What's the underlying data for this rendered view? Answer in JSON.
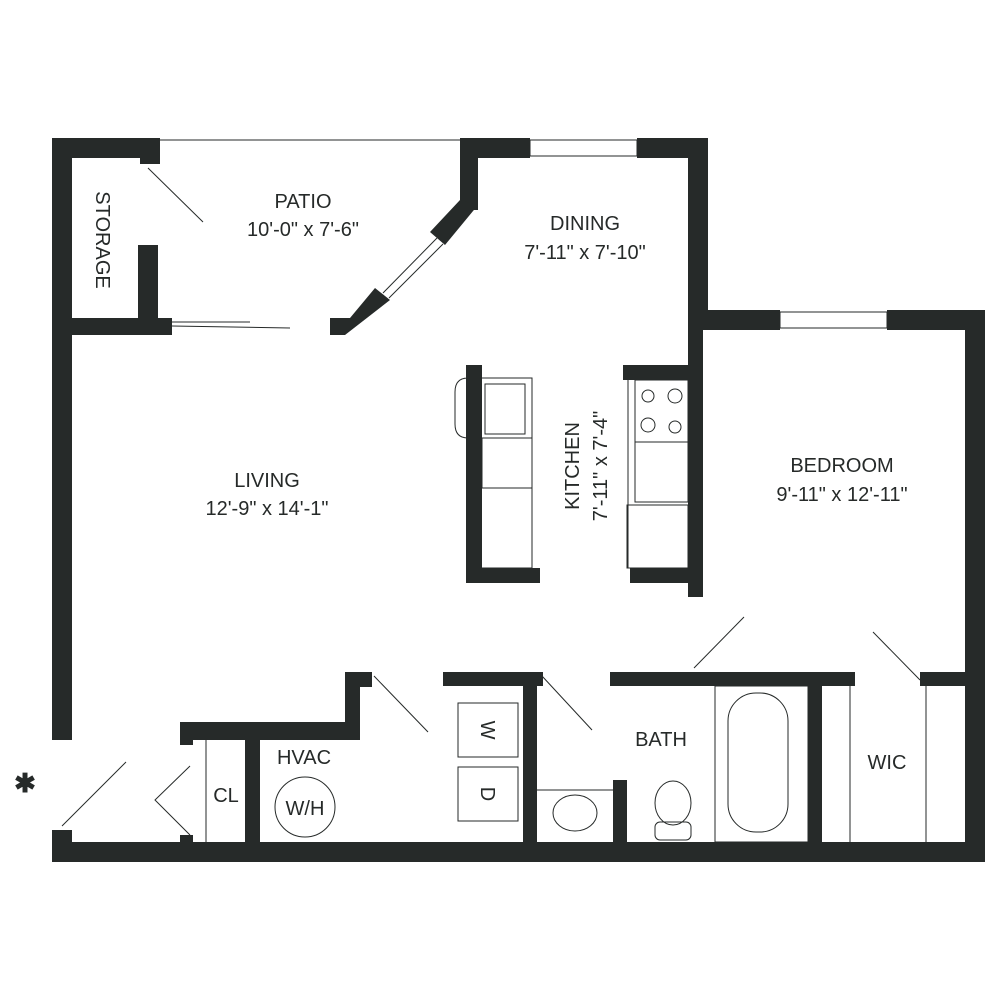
{
  "colors": {
    "wall": "#262a29",
    "background": "#ffffff"
  },
  "rooms": {
    "storage": {
      "name": "STORAGE"
    },
    "patio": {
      "name": "PATIO",
      "size": "10'-0\" x 7'-6\""
    },
    "dining": {
      "name": "DINING",
      "size": "7'-11\" x 7'-10\""
    },
    "kitchen": {
      "name": "KITCHEN",
      "size": "7'-11\" x 7'-4\""
    },
    "living": {
      "name": "LIVING",
      "size": "12'-9\" x 14'-1\""
    },
    "bedroom": {
      "name": "BEDROOM",
      "size": "9'-11\" x 12'-11\""
    },
    "hvac": {
      "name": "HVAC"
    },
    "closet": {
      "name": "CL"
    },
    "bath": {
      "name": "BATH"
    },
    "wic": {
      "name": "WIC"
    }
  },
  "fixtures": {
    "water_heater": "W/H",
    "washer": "W",
    "dryer": "D"
  },
  "entry_marker": "✱"
}
